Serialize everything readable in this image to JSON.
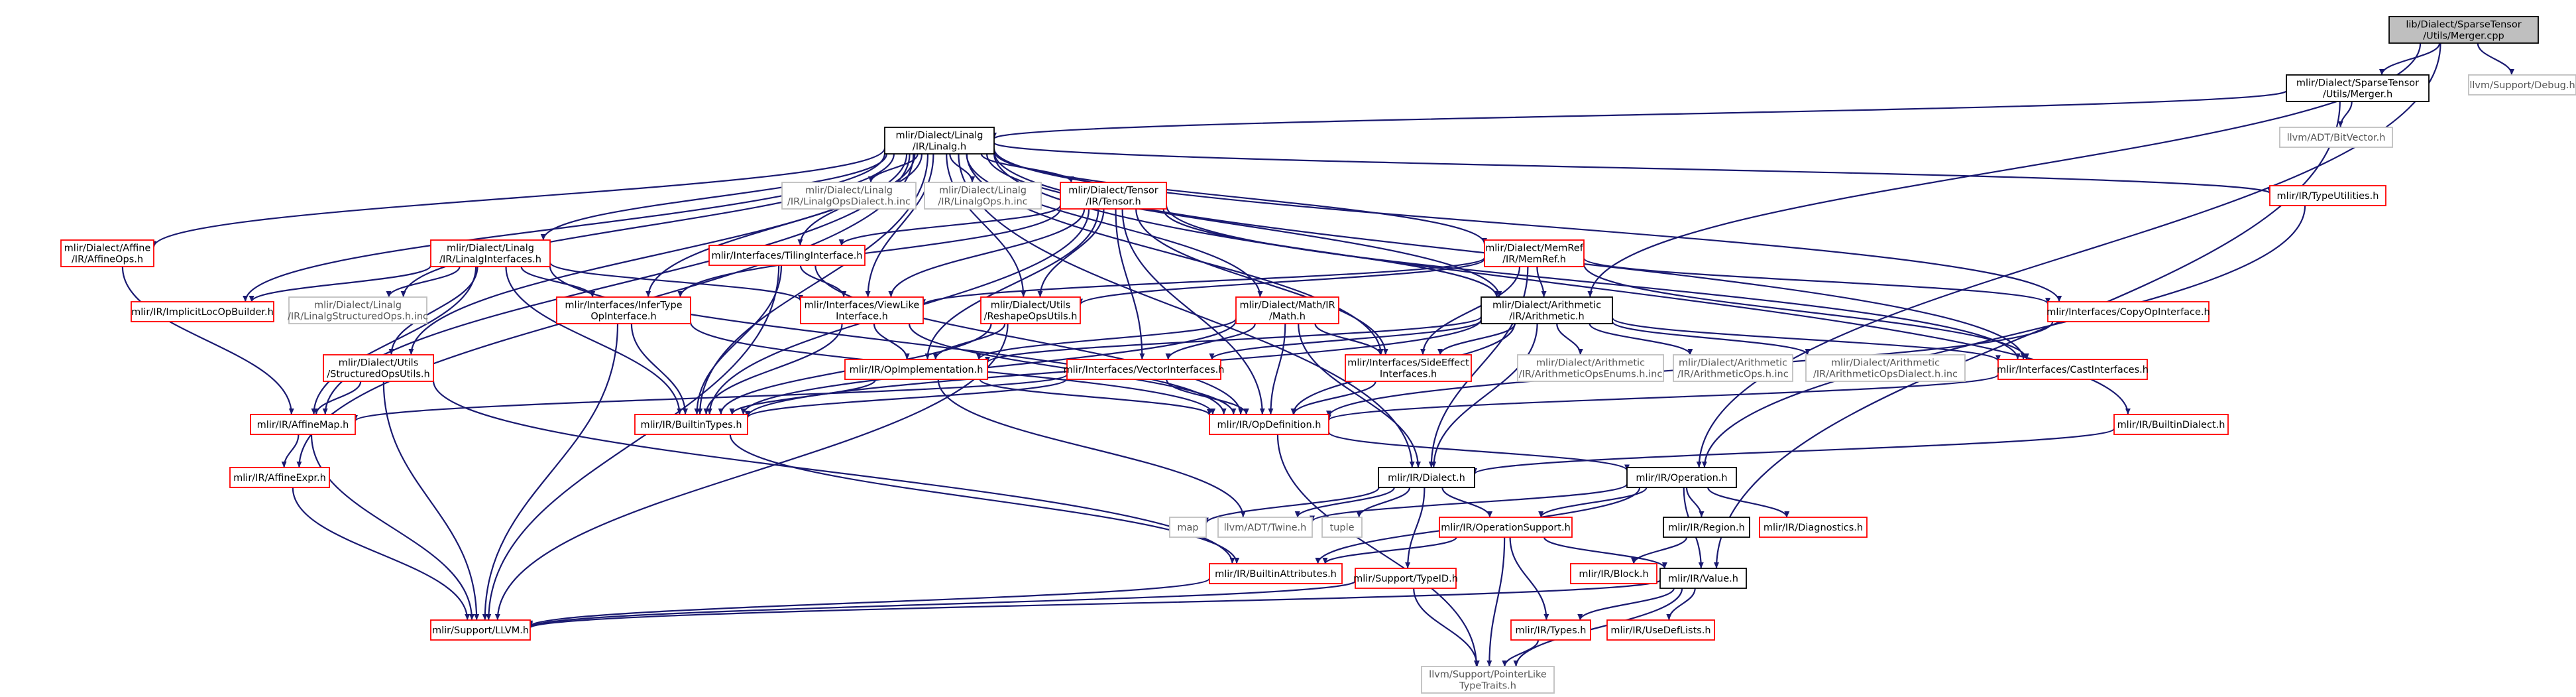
{
  "title": "lib/Dialect/SparseTensor/Utils/Merger.cpp",
  "colors": {
    "edge": "#191970",
    "root_fill": "#bfbfbf",
    "root_border": "#000000",
    "normal_border": "#000000",
    "linked_border": "#ff0000",
    "external_border": "#bfbfbf",
    "normal_text": "#000000",
    "external_text": "#555555"
  },
  "nodes": [
    {
      "id": "root",
      "label": [
        "lib/Dialect/SparseTensor",
        "/Utils/Merger.cpp"
      ],
      "kind": "root"
    },
    {
      "id": "merger_h",
      "label": [
        "mlir/Dialect/SparseTensor",
        "/Utils/Merger.h"
      ],
      "kind": "normal"
    },
    {
      "id": "debug_h",
      "label": [
        "llvm/Support/Debug.h"
      ],
      "kind": "external"
    },
    {
      "id": "bitvector",
      "label": [
        "llvm/ADT/BitVector.h"
      ],
      "kind": "external"
    },
    {
      "id": "linalg_h",
      "label": [
        "mlir/Dialect/Linalg",
        "/IR/Linalg.h"
      ],
      "kind": "normal"
    },
    {
      "id": "linalgopsdialect",
      "label": [
        "mlir/Dialect/Linalg",
        "/IR/LinalgOpsDialect.h.inc"
      ],
      "kind": "external"
    },
    {
      "id": "linalgops_inc",
      "label": [
        "mlir/Dialect/Linalg",
        "/IR/LinalgOps.h.inc"
      ],
      "kind": "external"
    },
    {
      "id": "tensor_h",
      "label": [
        "mlir/Dialect/Tensor",
        "/IR/Tensor.h"
      ],
      "kind": "linked"
    },
    {
      "id": "typeutils",
      "label": [
        "mlir/IR/TypeUtilities.h"
      ],
      "kind": "linked"
    },
    {
      "id": "affineops",
      "label": [
        "mlir/Dialect/Affine",
        "/IR/AffineOps.h"
      ],
      "kind": "linked"
    },
    {
      "id": "linalginterfaces",
      "label": [
        "mlir/Dialect/Linalg",
        "/IR/LinalgInterfaces.h"
      ],
      "kind": "linked"
    },
    {
      "id": "tiling",
      "label": [
        "mlir/Interfaces/TilingInterface.h"
      ],
      "kind": "linked"
    },
    {
      "id": "memref",
      "label": [
        "mlir/Dialect/MemRef",
        "/IR/MemRef.h"
      ],
      "kind": "linked"
    },
    {
      "id": "implicitloc",
      "label": [
        "mlir/IR/ImplicitLocOpBuilder.h"
      ],
      "kind": "linked"
    },
    {
      "id": "structuredops_inc",
      "label": [
        "mlir/Dialect/Linalg",
        "/IR/LinalgStructuredOps.h.inc"
      ],
      "kind": "external"
    },
    {
      "id": "infertype",
      "label": [
        "mlir/Interfaces/InferType",
        "OpInterface.h"
      ],
      "kind": "linked"
    },
    {
      "id": "viewlike",
      "label": [
        "mlir/Interfaces/ViewLike",
        "Interface.h"
      ],
      "kind": "linked"
    },
    {
      "id": "reshapeops",
      "label": [
        "mlir/Dialect/Utils",
        "/ReshapeOpsUtils.h"
      ],
      "kind": "linked"
    },
    {
      "id": "math",
      "label": [
        "mlir/Dialect/Math/IR",
        "/Math.h"
      ],
      "kind": "linked"
    },
    {
      "id": "arith",
      "label": [
        "mlir/Dialect/Arithmetic",
        "/IR/Arithmetic.h"
      ],
      "kind": "normal"
    },
    {
      "id": "copyop",
      "label": [
        "mlir/Interfaces/CopyOpInterface.h"
      ],
      "kind": "linked"
    },
    {
      "id": "structuredutils",
      "label": [
        "mlir/Dialect/Utils",
        "/StructuredOpsUtils.h"
      ],
      "kind": "linked"
    },
    {
      "id": "opimpl",
      "label": [
        "mlir/IR/OpImplementation.h"
      ],
      "kind": "linked"
    },
    {
      "id": "vectorif",
      "label": [
        "mlir/Interfaces/VectorInterfaces.h"
      ],
      "kind": "linked"
    },
    {
      "id": "sideeffect",
      "label": [
        "mlir/Interfaces/SideEffect",
        "Interfaces.h"
      ],
      "kind": "linked"
    },
    {
      "id": "arith_enums",
      "label": [
        "mlir/Dialect/Arithmetic",
        "/IR/ArithmeticOpsEnums.h.inc"
      ],
      "kind": "external"
    },
    {
      "id": "arith_ops",
      "label": [
        "mlir/Dialect/Arithmetic",
        "/IR/ArithmeticOps.h.inc"
      ],
      "kind": "external"
    },
    {
      "id": "arith_dialect",
      "label": [
        "mlir/Dialect/Arithmetic",
        "/IR/ArithmeticOpsDialect.h.inc"
      ],
      "kind": "external"
    },
    {
      "id": "castif",
      "label": [
        "mlir/Interfaces/CastInterfaces.h"
      ],
      "kind": "linked"
    },
    {
      "id": "affinemap",
      "label": [
        "mlir/IR/AffineMap.h"
      ],
      "kind": "linked"
    },
    {
      "id": "builtintypes",
      "label": [
        "mlir/IR/BuiltinTypes.h"
      ],
      "kind": "linked"
    },
    {
      "id": "opdef",
      "label": [
        "mlir/IR/OpDefinition.h"
      ],
      "kind": "linked"
    },
    {
      "id": "builtindialect",
      "label": [
        "mlir/IR/BuiltinDialect.h"
      ],
      "kind": "linked"
    },
    {
      "id": "affineexpr",
      "label": [
        "mlir/IR/AffineExpr.h"
      ],
      "kind": "linked"
    },
    {
      "id": "dialect",
      "label": [
        "mlir/IR/Dialect.h"
      ],
      "kind": "normal"
    },
    {
      "id": "operation",
      "label": [
        "mlir/IR/Operation.h"
      ],
      "kind": "normal"
    },
    {
      "id": "map",
      "label": [
        "map"
      ],
      "kind": "external"
    },
    {
      "id": "twine",
      "label": [
        "llvm/ADT/Twine.h"
      ],
      "kind": "external"
    },
    {
      "id": "tuple",
      "label": [
        "tuple"
      ],
      "kind": "external"
    },
    {
      "id": "opsupport",
      "label": [
        "mlir/IR/OperationSupport.h"
      ],
      "kind": "linked"
    },
    {
      "id": "region",
      "label": [
        "mlir/IR/Region.h"
      ],
      "kind": "normal"
    },
    {
      "id": "diagnostics",
      "label": [
        "mlir/IR/Diagnostics.h"
      ],
      "kind": "linked"
    },
    {
      "id": "block",
      "label": [
        "mlir/IR/Block.h"
      ],
      "kind": "linked"
    },
    {
      "id": "builtinattrs",
      "label": [
        "mlir/IR/BuiltinAttributes.h"
      ],
      "kind": "linked"
    },
    {
      "id": "typeid",
      "label": [
        "mlir/Support/TypeID.h"
      ],
      "kind": "linked"
    },
    {
      "id": "value",
      "label": [
        "mlir/IR/Value.h"
      ],
      "kind": "normal"
    },
    {
      "id": "llvm_h",
      "label": [
        "mlir/Support/LLVM.h"
      ],
      "kind": "linked"
    },
    {
      "id": "types",
      "label": [
        "mlir/IR/Types.h"
      ],
      "kind": "linked"
    },
    {
      "id": "usedef",
      "label": [
        "mlir/IR/UseDefLists.h"
      ],
      "kind": "linked"
    },
    {
      "id": "ptrlike",
      "label": [
        "llvm/Support/PointerLike",
        "TypeTraits.h"
      ],
      "kind": "external"
    }
  ],
  "edges": [
    [
      "root",
      "merger_h"
    ],
    [
      "root",
      "debug_h"
    ],
    [
      "root",
      "arith"
    ],
    [
      "root",
      "operation"
    ],
    [
      "merger_h",
      "bitvector"
    ],
    [
      "merger_h",
      "linalg_h"
    ],
    [
      "merger_h",
      "value"
    ],
    [
      "linalg_h",
      "linalgopsdialect"
    ],
    [
      "linalg_h",
      "linalgops_inc"
    ],
    [
      "linalg_h",
      "tensor_h"
    ],
    [
      "linalg_h",
      "typeutils"
    ],
    [
      "linalg_h",
      "affineops"
    ],
    [
      "linalg_h",
      "linalginterfaces"
    ],
    [
      "linalg_h",
      "tiling"
    ],
    [
      "linalg_h",
      "memref"
    ],
    [
      "linalg_h",
      "implicitloc"
    ],
    [
      "linalg_h",
      "structuredops_inc"
    ],
    [
      "linalg_h",
      "infertype"
    ],
    [
      "linalg_h",
      "viewlike"
    ],
    [
      "linalg_h",
      "reshapeops"
    ],
    [
      "linalg_h",
      "math"
    ],
    [
      "linalg_h",
      "arith"
    ],
    [
      "linalg_h",
      "copyop"
    ],
    [
      "linalg_h",
      "structuredutils"
    ],
    [
      "linalg_h",
      "sideeffect"
    ],
    [
      "linalg_h",
      "castif"
    ],
    [
      "linalg_h",
      "affinemap"
    ],
    [
      "linalg_h",
      "builtintypes"
    ],
    [
      "linalg_h",
      "builtindialect"
    ],
    [
      "linalg_h",
      "affineexpr"
    ],
    [
      "linalg_h",
      "dialect"
    ],
    [
      "tensor_h",
      "tiling"
    ],
    [
      "tensor_h",
      "infertype"
    ],
    [
      "tensor_h",
      "viewlike"
    ],
    [
      "tensor_h",
      "reshapeops"
    ],
    [
      "tensor_h",
      "arith"
    ],
    [
      "tensor_h",
      "opimpl"
    ],
    [
      "tensor_h",
      "sideeffect"
    ],
    [
      "tensor_h",
      "castif"
    ],
    [
      "tensor_h",
      "opdef"
    ],
    [
      "tensor_h",
      "builtintypes"
    ],
    [
      "tensor_h",
      "vectorif"
    ],
    [
      "typeutils",
      "operation"
    ],
    [
      "affineops",
      "affinemap"
    ],
    [
      "linalginterfaces",
      "implicitloc"
    ],
    [
      "linalginterfaces",
      "structuredops_inc"
    ],
    [
      "linalginterfaces",
      "infertype"
    ],
    [
      "linalginterfaces",
      "viewlike"
    ],
    [
      "linalginterfaces",
      "structuredutils"
    ],
    [
      "linalginterfaces",
      "affinemap"
    ],
    [
      "linalginterfaces",
      "builtintypes"
    ],
    [
      "linalginterfaces",
      "opdef"
    ],
    [
      "tiling",
      "viewlike"
    ],
    [
      "tiling",
      "builtintypes"
    ],
    [
      "tiling",
      "llvm_h"
    ],
    [
      "tiling",
      "opdef"
    ],
    [
      "memref",
      "arith"
    ],
    [
      "memref",
      "copyop"
    ],
    [
      "memref",
      "viewlike"
    ],
    [
      "memref",
      "reshapeops"
    ],
    [
      "memref",
      "sideeffect"
    ],
    [
      "memref",
      "castif"
    ],
    [
      "memref",
      "dialect"
    ],
    [
      "infertype",
      "builtintypes"
    ],
    [
      "infertype",
      "opdef"
    ],
    [
      "infertype",
      "llvm_h"
    ],
    [
      "viewlike",
      "builtintypes"
    ],
    [
      "viewlike",
      "opimpl"
    ],
    [
      "viewlike",
      "opdef"
    ],
    [
      "reshapeops",
      "opimpl"
    ],
    [
      "reshapeops",
      "builtintypes"
    ],
    [
      "reshapeops",
      "llvm_h"
    ],
    [
      "math",
      "opimpl"
    ],
    [
      "math",
      "vectorif"
    ],
    [
      "math",
      "sideeffect"
    ],
    [
      "math",
      "opdef"
    ],
    [
      "math",
      "dialect"
    ],
    [
      "math",
      "builtintypes"
    ],
    [
      "arith",
      "opimpl"
    ],
    [
      "arith",
      "vectorif"
    ],
    [
      "arith",
      "sideeffect"
    ],
    [
      "arith",
      "castif"
    ],
    [
      "arith",
      "arith_enums"
    ],
    [
      "arith",
      "arith_ops"
    ],
    [
      "arith",
      "arith_dialect"
    ],
    [
      "arith",
      "opdef"
    ],
    [
      "arith",
      "dialect"
    ],
    [
      "arith",
      "builtintypes"
    ],
    [
      "copyop",
      "opdef"
    ],
    [
      "structuredutils",
      "affinemap"
    ],
    [
      "structuredutils",
      "builtinattrs"
    ],
    [
      "structuredutils",
      "llvm_h"
    ],
    [
      "opimpl",
      "opdef"
    ],
    [
      "opimpl",
      "builtintypes"
    ],
    [
      "opimpl",
      "twine"
    ],
    [
      "vectorif",
      "opdef"
    ],
    [
      "vectorif",
      "affinemap"
    ],
    [
      "vectorif",
      "builtintypes"
    ],
    [
      "sideeffect",
      "opdef"
    ],
    [
      "castif",
      "opdef"
    ],
    [
      "affinemap",
      "affineexpr"
    ],
    [
      "affinemap",
      "llvm_h"
    ],
    [
      "builtintypes",
      "builtinattrs"
    ],
    [
      "opdef",
      "operation"
    ],
    [
      "opdef",
      "ptrlike"
    ],
    [
      "builtindialect",
      "dialect"
    ],
    [
      "affineexpr",
      "llvm_h"
    ],
    [
      "dialect",
      "map"
    ],
    [
      "dialect",
      "twine"
    ],
    [
      "dialect",
      "tuple"
    ],
    [
      "dialect",
      "opsupport"
    ],
    [
      "dialect",
      "typeid"
    ],
    [
      "operation",
      "opsupport"
    ],
    [
      "operation",
      "region"
    ],
    [
      "operation",
      "diagnostics"
    ],
    [
      "operation",
      "value"
    ],
    [
      "operation",
      "builtinattrs"
    ],
    [
      "operation",
      "twine"
    ],
    [
      "opsupport",
      "builtinattrs"
    ],
    [
      "opsupport",
      "value"
    ],
    [
      "opsupport",
      "types"
    ],
    [
      "opsupport",
      "ptrlike"
    ],
    [
      "region",
      "block"
    ],
    [
      "value",
      "types"
    ],
    [
      "value",
      "usedef"
    ],
    [
      "value",
      "ptrlike"
    ],
    [
      "value",
      "llvm_h"
    ],
    [
      "typeid",
      "ptrlike"
    ],
    [
      "typeid",
      "llvm_h"
    ],
    [
      "types",
      "ptrlike"
    ],
    [
      "builtinattrs",
      "llvm_h"
    ]
  ]
}
